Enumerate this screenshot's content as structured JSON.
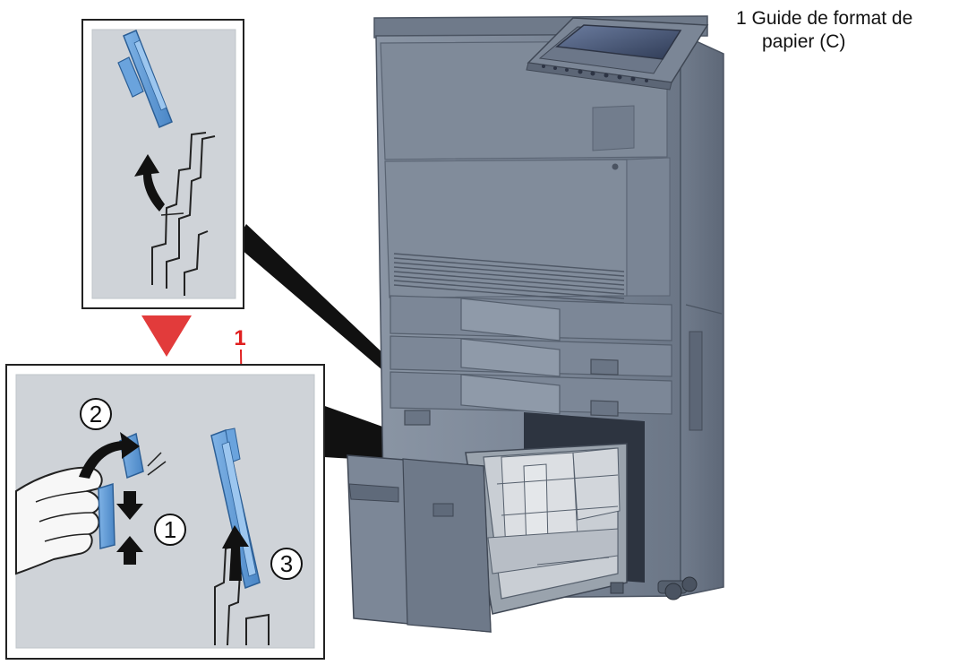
{
  "legend": {
    "line1": "1 Guide de format de",
    "line2": "papier (C)"
  },
  "callout_number": "1",
  "steps": {
    "step1": "1",
    "step2": "2",
    "step3": "3"
  },
  "colors": {
    "part_blue": "#5b9bd5",
    "callout_red": "#e02020",
    "arrow_down_red": "#e23b3b",
    "machine_gray": "#7a8696",
    "panel_bg": "#cfd3d8"
  }
}
